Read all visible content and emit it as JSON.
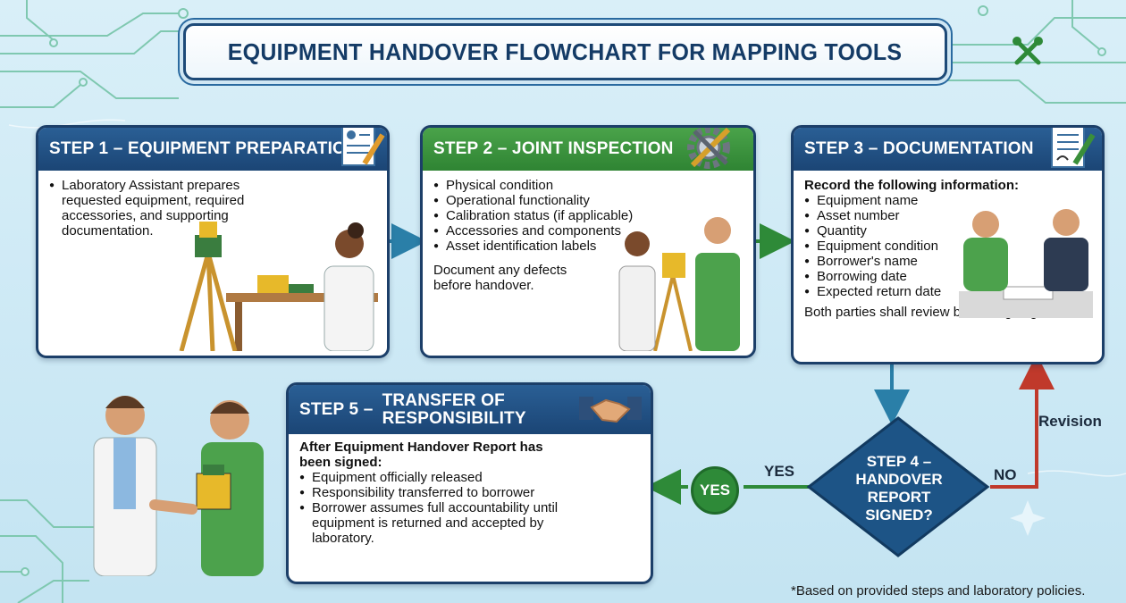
{
  "title": "EQUIPMENT HANDOVER FLOWCHART FOR MAPPING TOOLS",
  "step1": {
    "heading": "STEP 1 – EQUIPMENT PREPARATION",
    "bullets": [
      "Laboratory Assistant prepares requested equipment, required accessories, and supporting documentation."
    ]
  },
  "step2": {
    "heading": "STEP 2 – JOINT INSPECTION",
    "bullets": [
      "Physical condition",
      "Operational functionality",
      "Calibration status (if applicable)",
      "Accessories and components",
      "Asset identification labels"
    ],
    "note": "Document any defects before handover."
  },
  "step3": {
    "heading": "STEP 3 – DOCUMENTATION",
    "intro": "Record the following information:",
    "bullets": [
      "Equipment name",
      "Asset number",
      "Quantity",
      "Equipment condition",
      "Borrower's name",
      "Borrowing date",
      "Expected return date"
    ],
    "note": "Both parties shall review before signing."
  },
  "step4": {
    "line1": "STEP 4 –",
    "line2": "HANDOVER REPORT",
    "line3": "SIGNED?"
  },
  "step5": {
    "heading_prefix": "STEP 5 –",
    "heading_line1": "TRANSFER OF",
    "heading_line2": "RESPONSIBILITY",
    "intro": "After Equipment Handover Report has been signed:",
    "bullets": [
      "Equipment officially released",
      "Responsibility transferred to borrower",
      "Borrower assumes full accountability until equipment is returned and accepted by laboratory."
    ]
  },
  "labels": {
    "yes_arrow": "YES",
    "yes_circle": "YES",
    "no": "NO",
    "revision": "Revision"
  },
  "footnote": "*Based on provided steps and laboratory policies.",
  "icons": [
    "document-pen-icon",
    "gear-tools-icon",
    "contract-pen-icon",
    "handshake-icon",
    "tools-icon"
  ],
  "colors": {
    "blue_header": "#1b4575",
    "green_header": "#2f8433",
    "revision_arrow": "#c0392b",
    "flow_arrow": "#2a7fa8"
  }
}
